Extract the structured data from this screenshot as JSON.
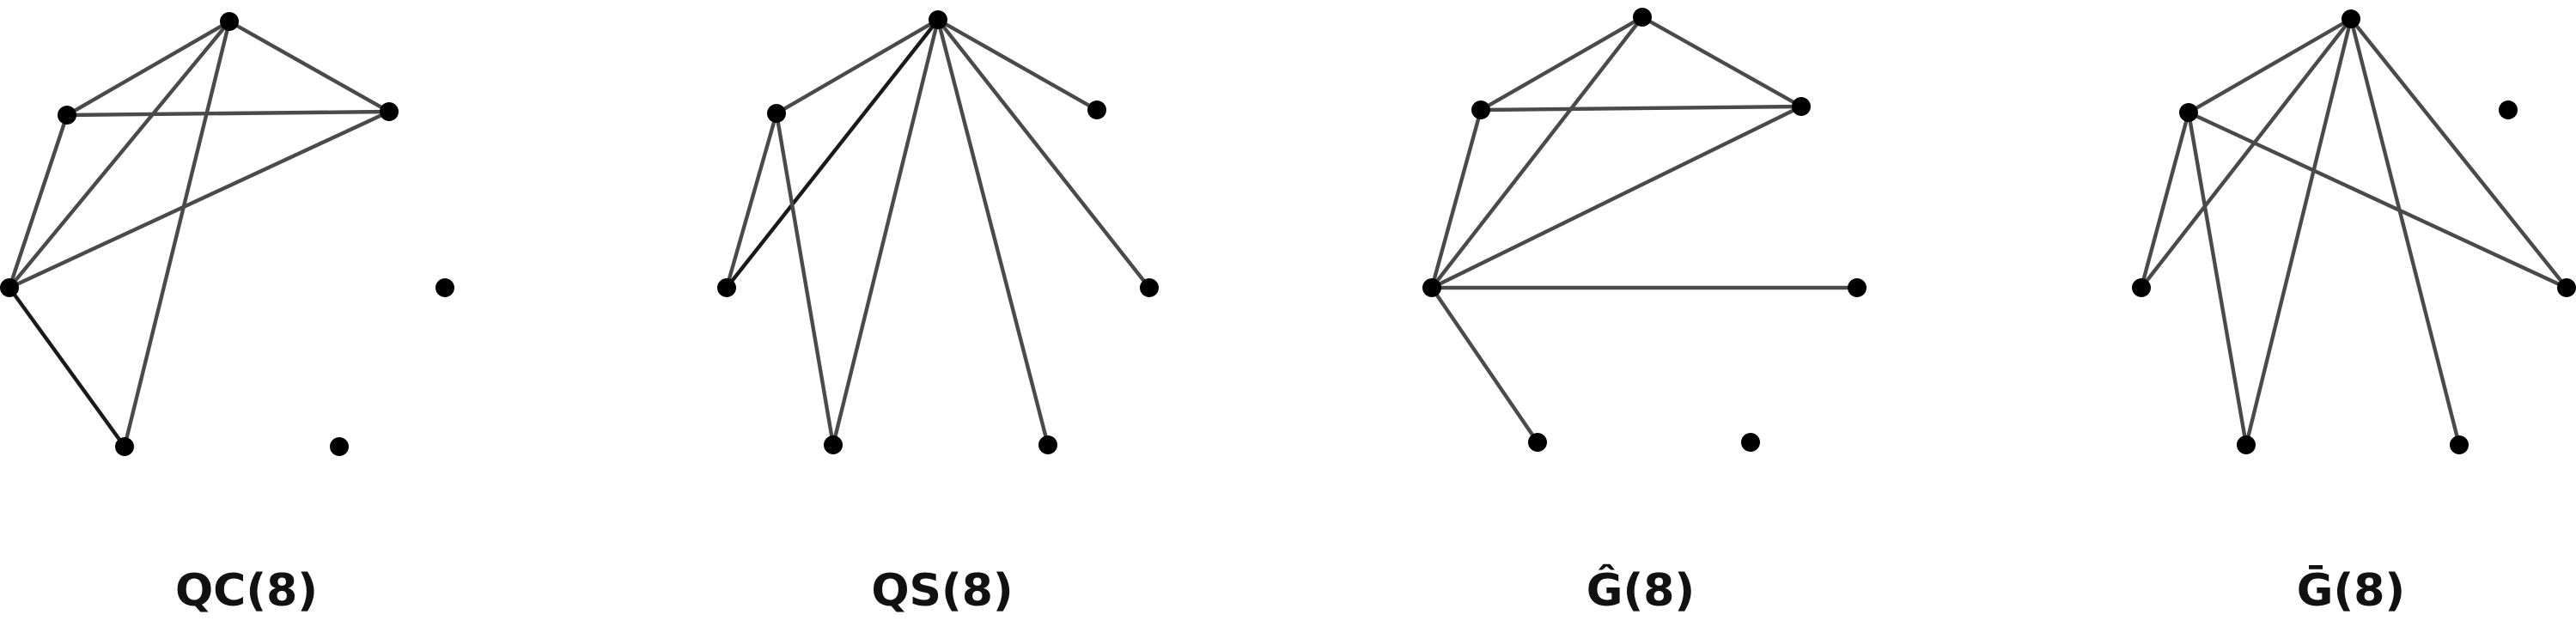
{
  "graphs": [
    {
      "label": "QC(8)",
      "edges": [
        [
          0,
          1
        ],
        [
          0,
          2
        ],
        [
          0,
          3
        ],
        [
          0,
          4
        ],
        [
          1,
          2
        ],
        [
          1,
          3
        ],
        [
          2,
          3
        ],
        [
          3,
          4
        ]
      ]
    },
    {
      "label": "QS(8)",
      "edges": [
        [
          0,
          1
        ],
        [
          0,
          2
        ],
        [
          0,
          3
        ],
        [
          0,
          4
        ],
        [
          0,
          5
        ],
        [
          0,
          6
        ],
        [
          1,
          3
        ],
        [
          1,
          4
        ]
      ]
    },
    {
      "label": "Ĝ(8)",
      "edges": [
        [
          0,
          1
        ],
        [
          0,
          2
        ],
        [
          0,
          3
        ],
        [
          1,
          2
        ],
        [
          1,
          3
        ],
        [
          2,
          3
        ],
        [
          3,
          4
        ],
        [
          3,
          5
        ]
      ]
    },
    {
      "label": "Ḡ(8)",
      "edges": [
        [
          0,
          1
        ],
        [
          0,
          3
        ],
        [
          0,
          4
        ],
        [
          0,
          5
        ],
        [
          0,
          6
        ],
        [
          1,
          3
        ],
        [
          1,
          4
        ],
        [
          1,
          5
        ]
      ]
    }
  ]
}
